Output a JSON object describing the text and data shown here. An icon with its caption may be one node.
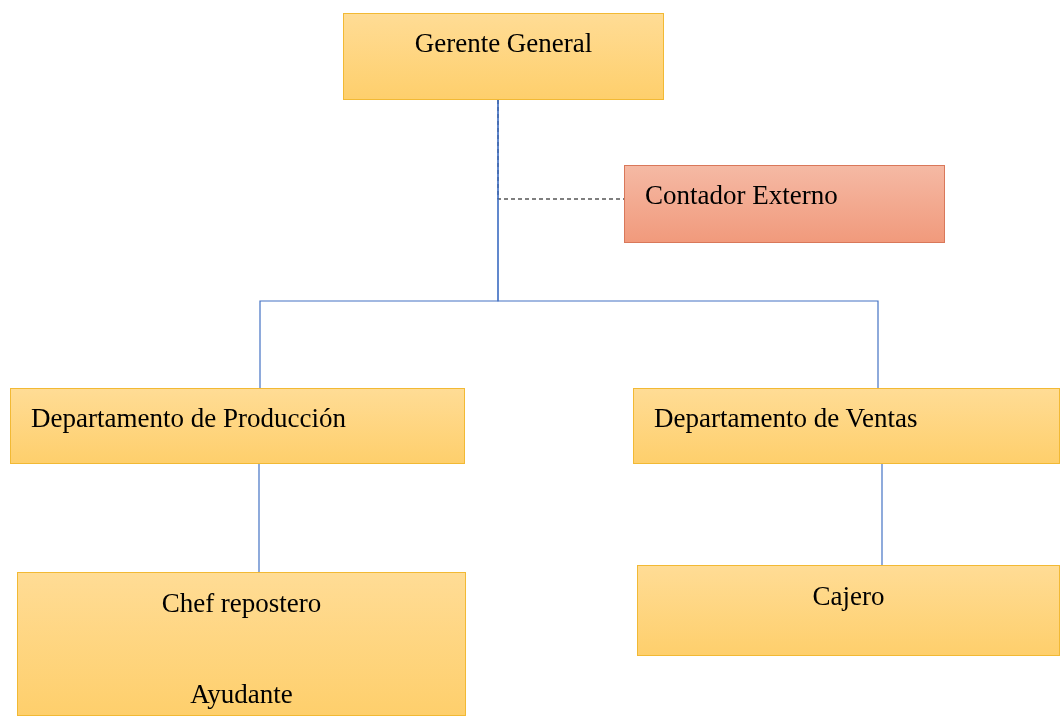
{
  "diagram": {
    "nodes": [
      {
        "text": [
          "Gerente General"
        ]
      },
      {
        "text": [
          "Contador Externo"
        ]
      },
      {
        "text": [
          "Departamento de Producción"
        ]
      },
      {
        "text": [
          "Departamento de Ventas"
        ]
      },
      {
        "text": [
          "Chef repostero",
          "Ayudante"
        ]
      },
      {
        "text": [
          "Cajero"
        ]
      }
    ],
    "edges": [
      {
        "from": 0,
        "to": 1,
        "arrow": "none",
        "style": "dashed",
        "color": "#000000"
      },
      {
        "from": 0,
        "to": 2,
        "arrow": "none"
      },
      {
        "from": 0,
        "to": 3,
        "arrow": "none"
      },
      {
        "from": 2,
        "to": 4,
        "arrow": "none"
      },
      {
        "from": 3,
        "to": 5,
        "arrow": "none"
      }
    ]
  }
}
